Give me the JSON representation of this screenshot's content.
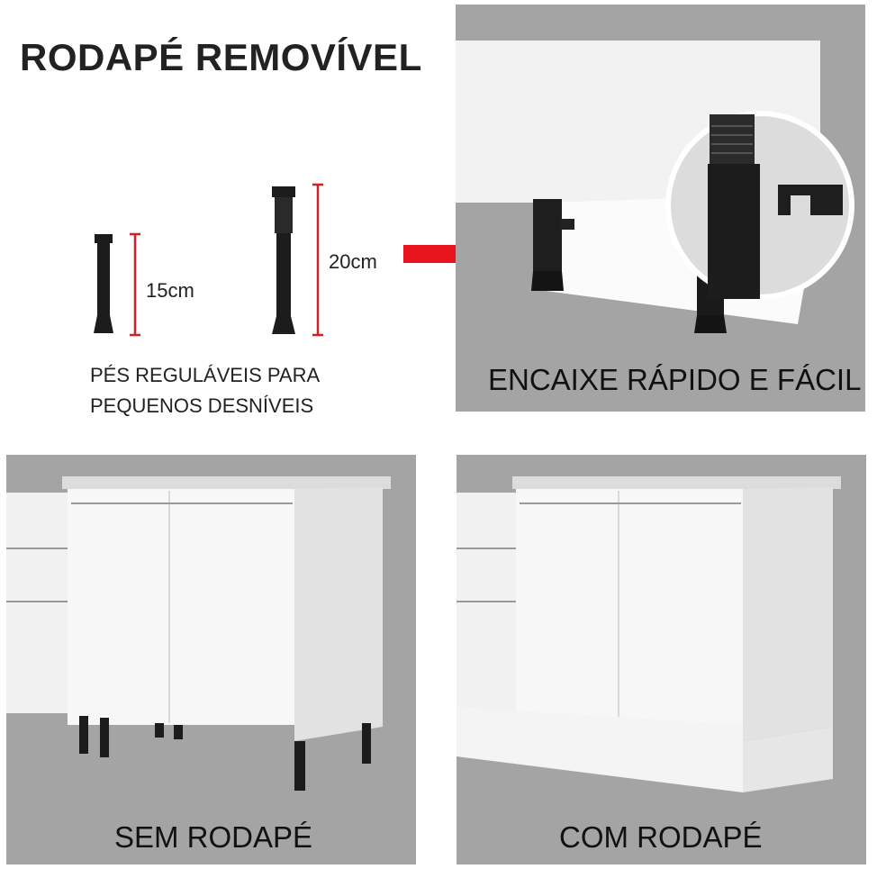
{
  "title": "RODAPÉ REMOVÍVEL",
  "feet": {
    "short_label": "15cm",
    "tall_label": "20cm",
    "caption_line1": "PÉS REGULÁVEIS PARA",
    "caption_line2": "PEQUENOS DESNÍVEIS"
  },
  "panels": {
    "fit": {
      "caption": "ENCAIXE RÁPIDO E FÁCIL"
    },
    "without": {
      "caption": "SEM RODAPÉ"
    },
    "with": {
      "caption": "COM RODAPÉ"
    }
  },
  "colors": {
    "background_gray": "#a4a4a4",
    "arrow_red": "#e8141b",
    "measure_red": "#d2202a",
    "foot_black": "#1c1c1c"
  }
}
